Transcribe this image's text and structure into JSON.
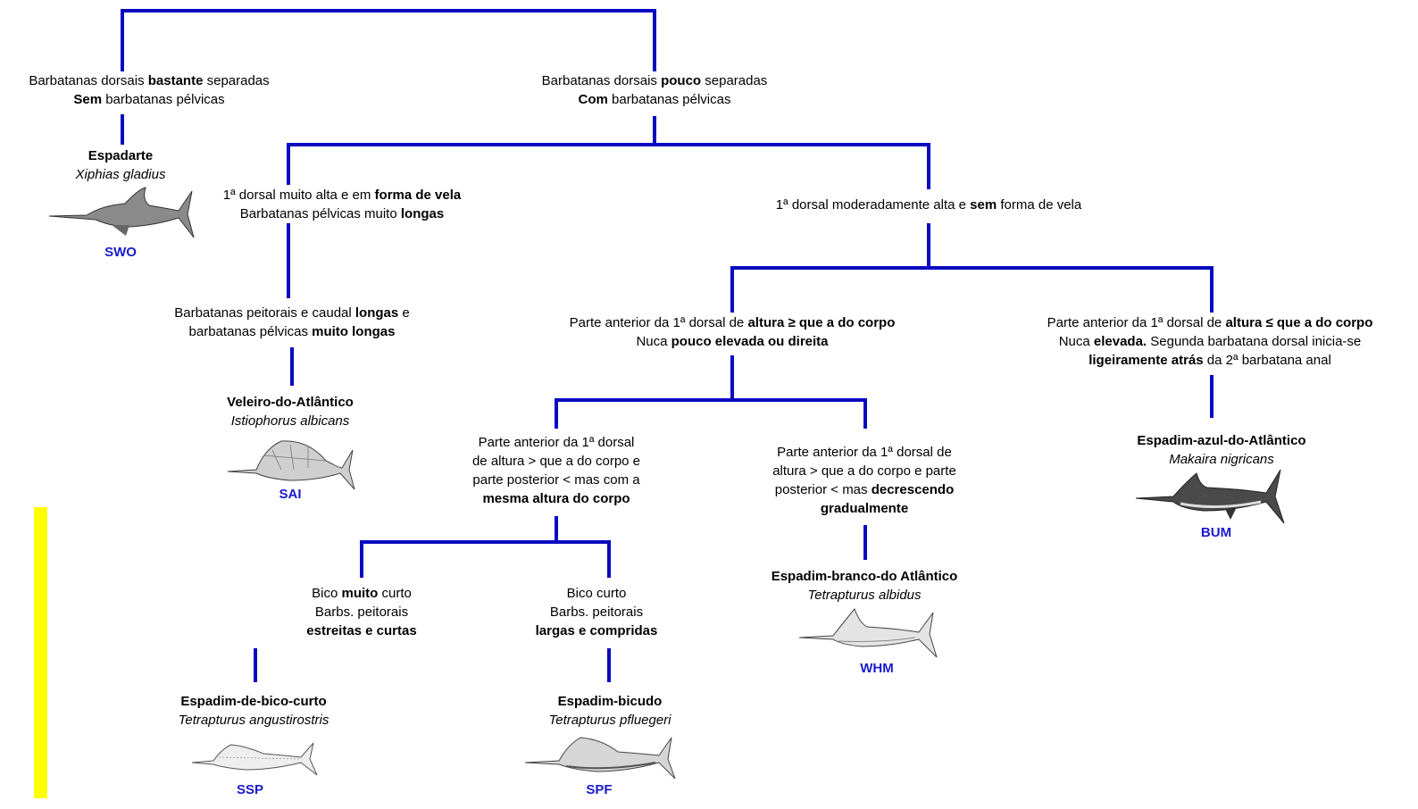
{
  "colors": {
    "line": "#0a0ac0",
    "code": "#1a1ac8",
    "accent_bar": "#ffff00"
  },
  "nodes": {
    "n1": {
      "pre": "Barbatanas dorsais ",
      "b": "bastante",
      "post": " separadas",
      "l2b": "Sem",
      "l2": " barbatanas pélvicas"
    },
    "n2": {
      "pre": "Barbatanas dorsais ",
      "b": "pouco",
      "post": " separadas",
      "l2b": "Com",
      "l2": " barbatanas pélvicas"
    },
    "n3": {
      "pre": "1ª dorsal muito alta e em ",
      "b": "forma de vela",
      "l2": "Barbatanas pélvicas muito ",
      "l2b": "longas"
    },
    "n4": {
      "pre": "1ª dorsal moderadamente alta e ",
      "b": "sem",
      "post": " forma de vela"
    },
    "n5": {
      "pre": "Barbatanas peitorais e caudal ",
      "b": "longas",
      "post": " e",
      "l2": "barbatanas pélvicas ",
      "l2b": "muito longas"
    },
    "n6": {
      "pre": "Parte anterior da 1ª dorsal de ",
      "b": "altura ≥ que a do corpo",
      "l2": "Nuca ",
      "l2b": "pouco elevada ou direita"
    },
    "n7": {
      "pre": "Parte anterior da 1ª dorsal de ",
      "b": "altura ≤ que a do corpo",
      "l2": "Nuca ",
      "l2b": "elevada.",
      "l2post": " Segunda barbatana dorsal inicia-se",
      "l3b": "ligeiramente atrás",
      "l3": " da 2ª barbatana anal"
    },
    "n8": {
      "l1": "Parte anterior da 1ª dorsal",
      "l2": "de altura > que a do corpo e",
      "l3": "parte posterior < mas com a",
      "l4b": "mesma altura do corpo"
    },
    "n9": {
      "l1": "Parte anterior da 1ª dorsal de",
      "l2": "altura > que a do corpo e parte",
      "l3": "posterior < mas ",
      "l3b": "decrescendo",
      "l4b": "gradualmente"
    },
    "n10": {
      "l1": "Bico ",
      "l1b": "muito",
      "l1post": " curto",
      "l2": "Barbs. peitorais",
      "l3b": "estreitas e curtas"
    },
    "n11": {
      "l1": "Bico curto",
      "l2": "Barbs. peitorais",
      "l3b": "largas e compridas"
    }
  },
  "species": {
    "swo": {
      "name": "Espadarte",
      "sci": "Xiphias gladius",
      "code": "SWO"
    },
    "sai": {
      "name": "Veleiro-do-Atlântico",
      "sci": "Istiophorus albicans",
      "code": "SAI"
    },
    "bum": {
      "name": "Espadim-azul-do-Atlântico",
      "sci": "Makaira nigricans",
      "code": "BUM"
    },
    "whm": {
      "name": "Espadim-branco-do Atlântico",
      "sci": "Tetrapturus albidus",
      "code": "WHM"
    },
    "ssp": {
      "name": "Espadim-de-bico-curto",
      "sci": "Tetrapturus angustirostris",
      "code": "SSP"
    },
    "spf": {
      "name": "Espadim-bicudo",
      "sci": "Tetrapturus pfluegeri",
      "code": "SPF"
    }
  }
}
